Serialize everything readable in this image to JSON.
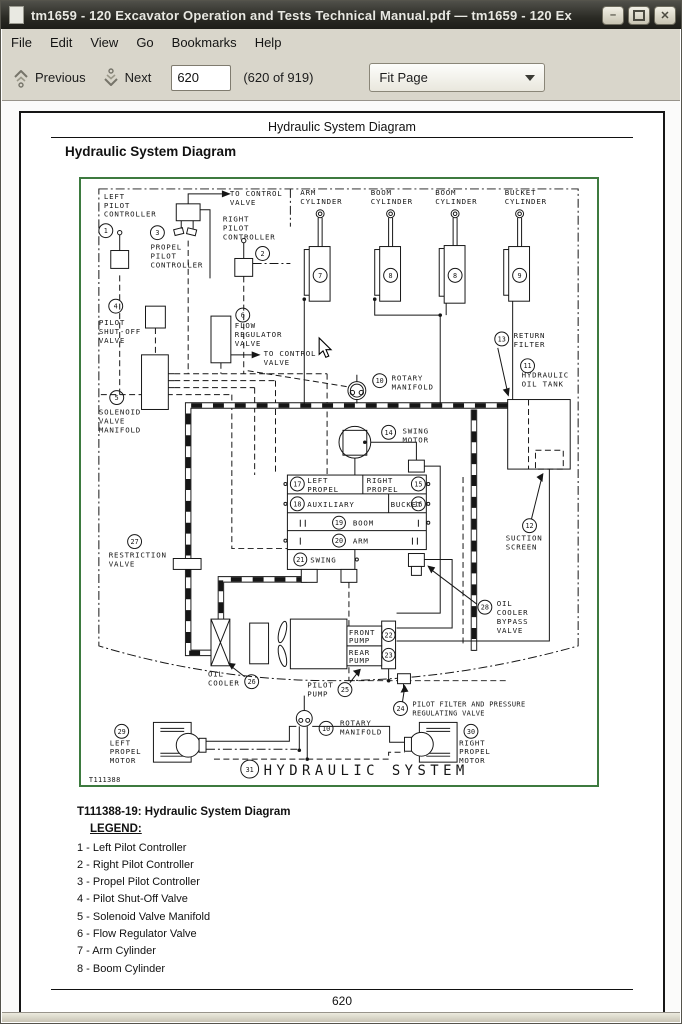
{
  "window": {
    "title": "tm1659 - 120 Excavator Operation and Tests Technical Manual.pdf — tm1659 - 120 Ex",
    "minimize_glyph": "–",
    "close_glyph": "✕"
  },
  "menubar": {
    "items": [
      "File",
      "Edit",
      "View",
      "Go",
      "Bookmarks",
      "Help"
    ]
  },
  "toolbar": {
    "previous_label": "Previous",
    "next_label": "Next",
    "page_value": "620",
    "page_count_label": "(620 of 919)",
    "zoom_value": "Fit Page"
  },
  "page": {
    "running_header": "Hydraulic System Diagram",
    "heading": "Hydraulic System Diagram",
    "footer_page_number": "620"
  },
  "figure": {
    "caption": "T111388-19: Hydraulic System Diagram",
    "legend_title": "LEGEND:",
    "legend_items": [
      "1 - Left Pilot Controller",
      "2 - Right Pilot Controller",
      "3 - Propel Pilot Controller",
      "4 - Pilot Shut-Off Valve",
      "5 - Solenoid Valve Manifold",
      "6 - Flow Regulator Valve",
      "7 - Arm Cylinder",
      "8 - Boom Cylinder"
    ],
    "plate_code": "T111388",
    "border_color": "#3d7a3f"
  },
  "diagram": {
    "labels": {
      "to_control_valve": [
        "TO CONTROL",
        "VALVE"
      ],
      "left_pilot_controller": [
        "LEFT",
        "PILOT",
        "CONTROLLER"
      ],
      "propel_pilot_controller": [
        "PROPEL",
        "PILOT",
        "CONTROLLER"
      ],
      "right_pilot_controller": [
        "RIGHT",
        "PILOT",
        "CONTROLLER"
      ],
      "pilot_shut_off_valve": [
        "PILOT",
        "SHUT-OFF",
        "VALVE"
      ],
      "flow_regulator_valve": [
        "FLOW",
        "REGULATOR",
        "VALVE"
      ],
      "solenoid_valve_manifold": [
        "SOLENOID",
        "VALVE",
        "MANIFOLD"
      ],
      "restriction_valve": [
        "RESTRICTION",
        "VALVE"
      ],
      "arm_cylinder": [
        "ARM",
        "CYLINDER"
      ],
      "boom_cylinder": [
        "BOOM",
        "CYLINDER"
      ],
      "bucket_cylinder": [
        "BUCKET",
        "CYLINDER"
      ],
      "return_filter": [
        "RETURN",
        "FILTER"
      ],
      "hydraulic_oil_tank": [
        "HYDRAULIC",
        "OIL TANK"
      ],
      "suction_screen": [
        "SUCTION",
        "SCREEN"
      ],
      "rotary_manifold": [
        "ROTARY",
        "MANIFOLD"
      ],
      "swing_motor": [
        "SWING",
        "MOTOR"
      ],
      "left_propel": [
        "LEFT",
        "PROPEL"
      ],
      "right_propel": [
        "RIGHT",
        "PROPEL"
      ],
      "auxiliary": "AUXILIARY",
      "bucket": "BUCKET",
      "boom": "BOOM",
      "arm": "ARM",
      "swing": "SWING",
      "front_pump": [
        "FRONT",
        "PUMP"
      ],
      "rear_pump": [
        "REAR",
        "PUMP"
      ],
      "pilot_pump": [
        "PILOT",
        "PUMP"
      ],
      "oil_cooler": [
        "OIL",
        "COOLER"
      ],
      "oil_cooler_bypass_valve": [
        "OIL",
        "COOLER",
        "BYPASS",
        "VALVE"
      ],
      "pilot_filter": [
        "PILOT FILTER AND PRESSURE",
        "REGULATING VALVE"
      ],
      "left_propel_motor": [
        "LEFT",
        "PROPEL",
        "MOTOR"
      ],
      "right_propel_motor": [
        "RIGHT",
        "PROPEL",
        "MOTOR"
      ],
      "hydraulic_system": "HYDRAULIC SYSTEM"
    },
    "callouts": {
      "1": "1",
      "2": "2",
      "3": "3",
      "4": "4",
      "5": "5",
      "6": "6",
      "7": "7",
      "8": "8",
      "9": "9",
      "10": "10",
      "11": "11",
      "12": "12",
      "13": "13",
      "14": "14",
      "15": "15",
      "16": "16",
      "17": "17",
      "18": "18",
      "19": "19",
      "20": "20",
      "21": "21",
      "22": "22",
      "23": "23",
      "24": "24",
      "25": "25",
      "26": "26",
      "27": "27",
      "28": "28",
      "29": "29",
      "30": "30",
      "31": "31"
    }
  }
}
